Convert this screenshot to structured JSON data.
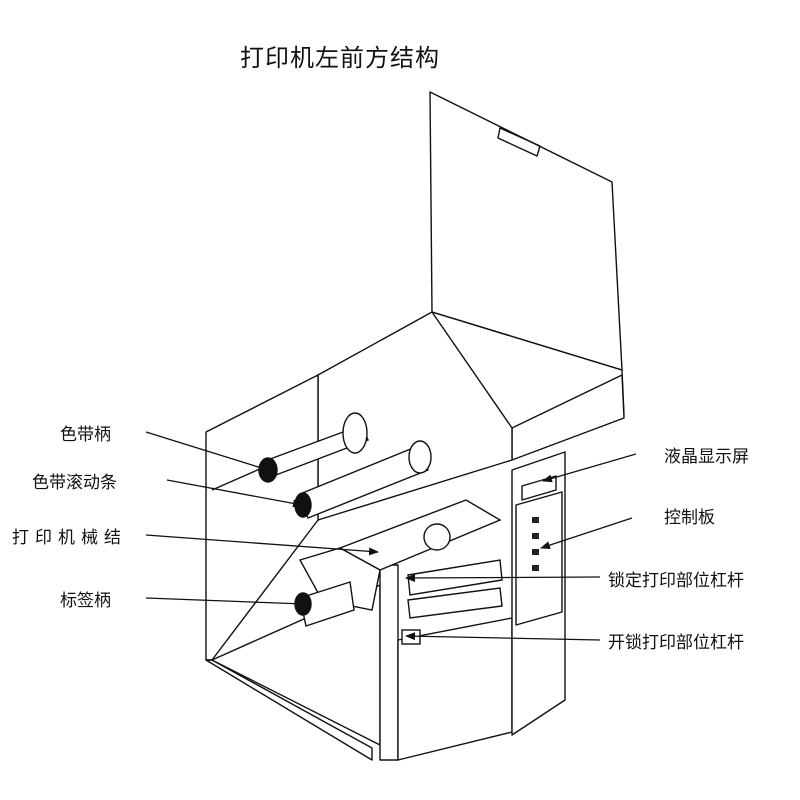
{
  "title": "打印机左前方结构",
  "callouts": {
    "ribbon_handle": "色带柄",
    "ribbon_roller": "色带滚动条",
    "print_mechanism": "打印机械结",
    "label_handle": "标签柄",
    "lcd": "液晶显示屏",
    "control_panel": "控制板",
    "lock_lever": "锁定打印部位杠杆",
    "unlock_lever": "开锁打印部位杠杆"
  }
}
